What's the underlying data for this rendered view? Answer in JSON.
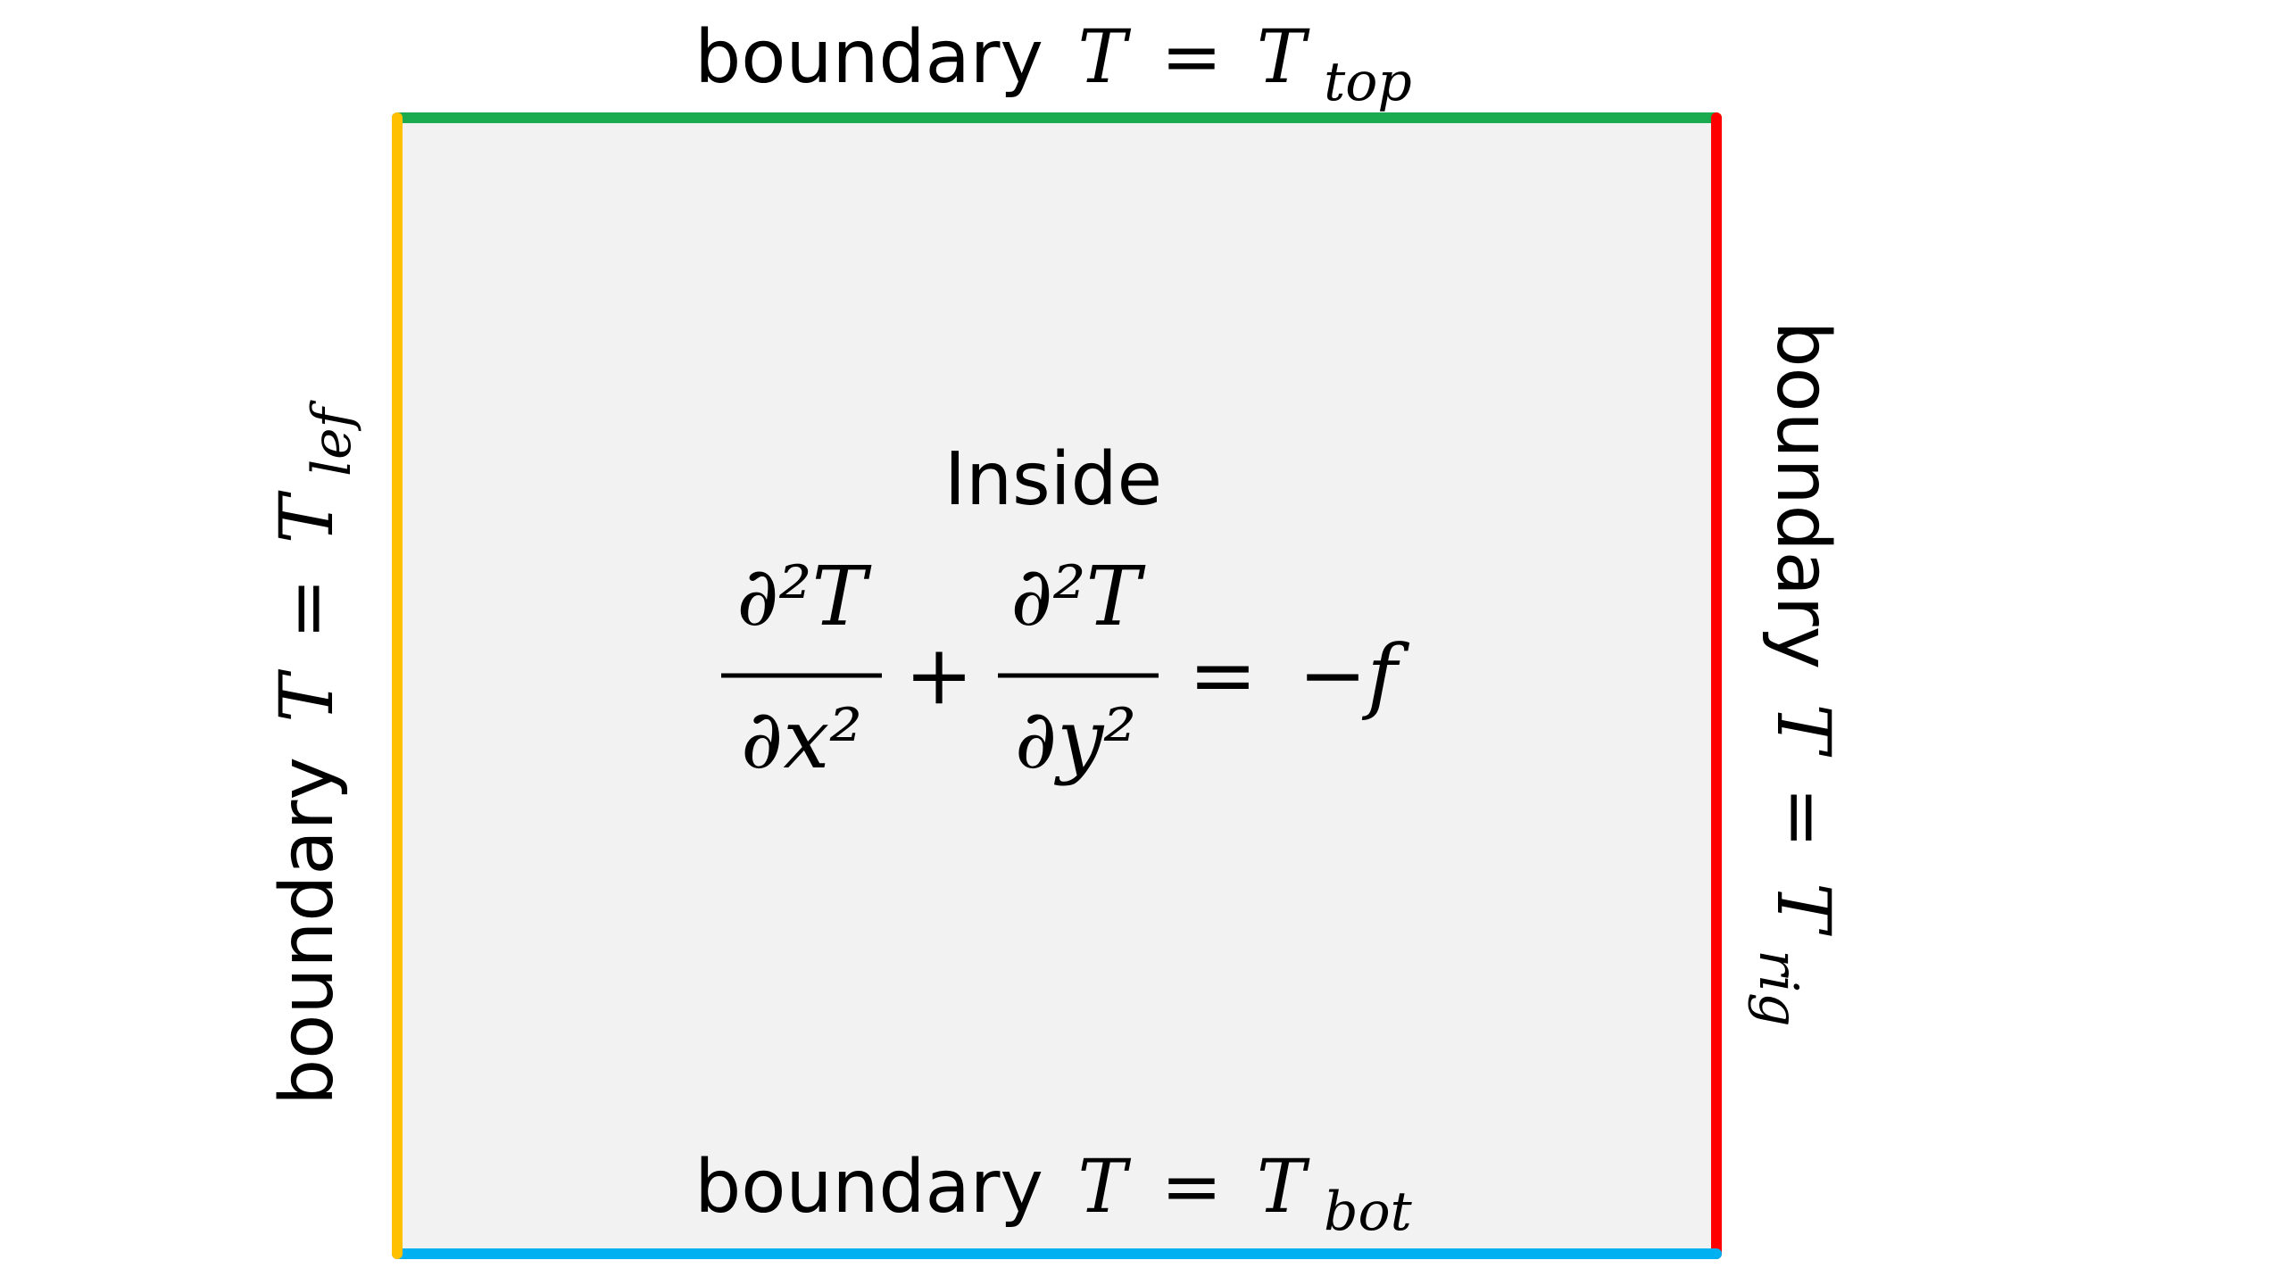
{
  "domain": "diagram",
  "colors": {
    "interior": "#f2f2f2",
    "top_edge": "#1aaa50",
    "right_edge": "#fe0000",
    "bottom_edge": "#00b0f0",
    "left_edge": "#ffc000"
  },
  "top_label": {
    "word": "boundary",
    "lhs": "T",
    "eq": "=",
    "rhs": "T",
    "sub": "top"
  },
  "bottom_label": {
    "word": "boundary",
    "lhs": "T",
    "eq": "=",
    "rhs": "T",
    "sub": "bot"
  },
  "left_label": {
    "word": "boundary",
    "lhs": "T",
    "eq": "=",
    "rhs": "T",
    "sub": "lef"
  },
  "right_label": {
    "word": "boundary",
    "lhs": "T",
    "eq": "=",
    "rhs": "T",
    "sub": "rig"
  },
  "inside": {
    "title": "Inside",
    "term1_num": "∂²T",
    "term1_den": "∂x²",
    "plus": "+",
    "term2_num": "∂²T",
    "term2_den": "∂y²",
    "eq": "=",
    "rhs": "−f"
  }
}
